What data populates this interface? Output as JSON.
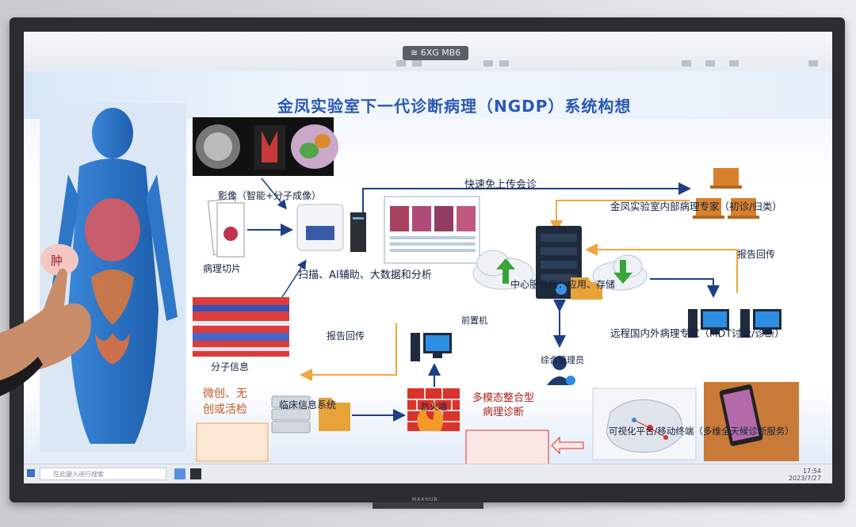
{
  "title": "金凤实验室下一代诊断病理（NGDP）系统构想",
  "wifi_label": "6XG MB6",
  "labels": {
    "imaging": "影像（智能+分子成像）",
    "slides": "病理切片",
    "scan": "扫描、AI辅助、大数据和分析",
    "molecular": "分子信息",
    "minimal": [
      "微创、无",
      "创或活检"
    ],
    "clinical": "临床信息系统",
    "firewall": "防火墙",
    "front": "前置机",
    "report_back_left": "报告回传",
    "multimodal": [
      "多模态整合型",
      "病理诊断"
    ],
    "upload": "快速免上传会诊",
    "center_server": "中心服务器：应用、存储",
    "admin": "综合管理员",
    "internal_expert": "金凤实验室内部病理专家（初诊/归类）",
    "report_back_right": "报告回传",
    "remote_expert": "远程国内外病理专家（MDT讨论/诊断）",
    "visual_platform": "可视化平台/移动终端（多维全天候诊断服务）",
    "organ_tag": "肿"
  },
  "taskbar": {
    "search_placeholder": "在此键入进行搜索",
    "time": "17:54",
    "date": "2023/7/27"
  },
  "brand": "MAXHUB",
  "colors": {
    "title": "#2a59b5",
    "arrow_blue": "#1e3f86",
    "arrow_orange": "#f0a640",
    "firewall_red": "#d9332b",
    "badge_orange": "#f3a04a"
  }
}
